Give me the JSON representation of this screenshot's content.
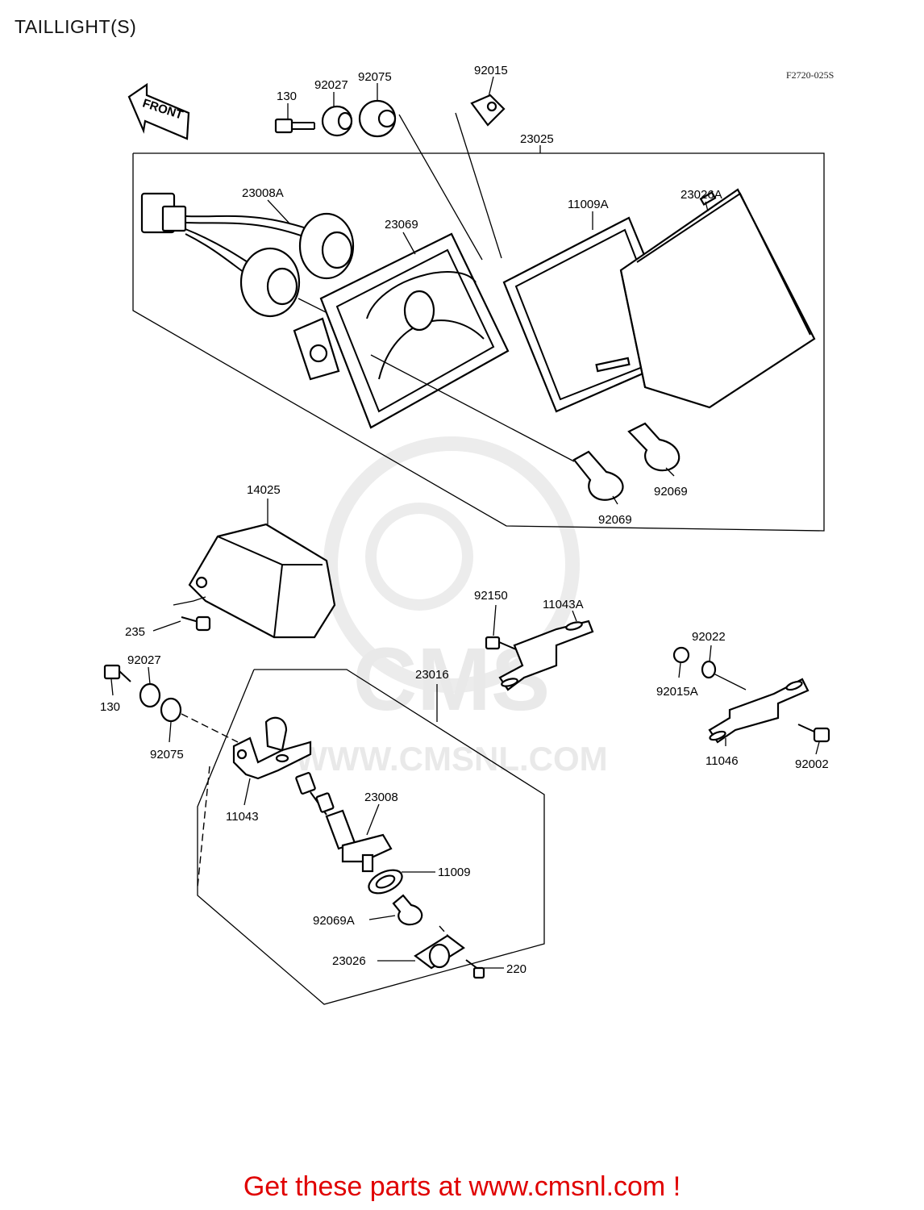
{
  "page": {
    "title": "TAILLIGHT(S)",
    "ref_code": "F2720-025S",
    "front_label": "FRONT",
    "footer_link": "Get these parts at www.cmsnl.com !"
  },
  "watermark": {
    "brand": "CMS",
    "url": "WWW.CMSNL.COM"
  },
  "parts": {
    "p130_top": "130",
    "p92027_top": "92027",
    "p92075_top": "92075",
    "p92015": "92015",
    "p23025": "23025",
    "p23008A": "23008A",
    "p23069": "23069",
    "p11009A": "11009A",
    "p23026A": "23026A",
    "p92069_right": "92069",
    "p92069_left": "92069",
    "p14025": "14025",
    "p235": "235",
    "p92150": "92150",
    "p11043A": "11043A",
    "p92022": "92022",
    "p92015A": "92015A",
    "p11046": "11046",
    "p92002": "92002",
    "p92027_bottom": "92027",
    "p130_bottom": "130",
    "p92075_bottom": "92075",
    "p23016": "23016",
    "p11043": "11043",
    "p23008": "23008",
    "p11009": "11009",
    "p92069A": "92069A",
    "p23026": "23026",
    "p220": "220"
  },
  "colors": {
    "footer": "#e00000",
    "watermark": "#e9e9e9",
    "line": "#000000"
  }
}
